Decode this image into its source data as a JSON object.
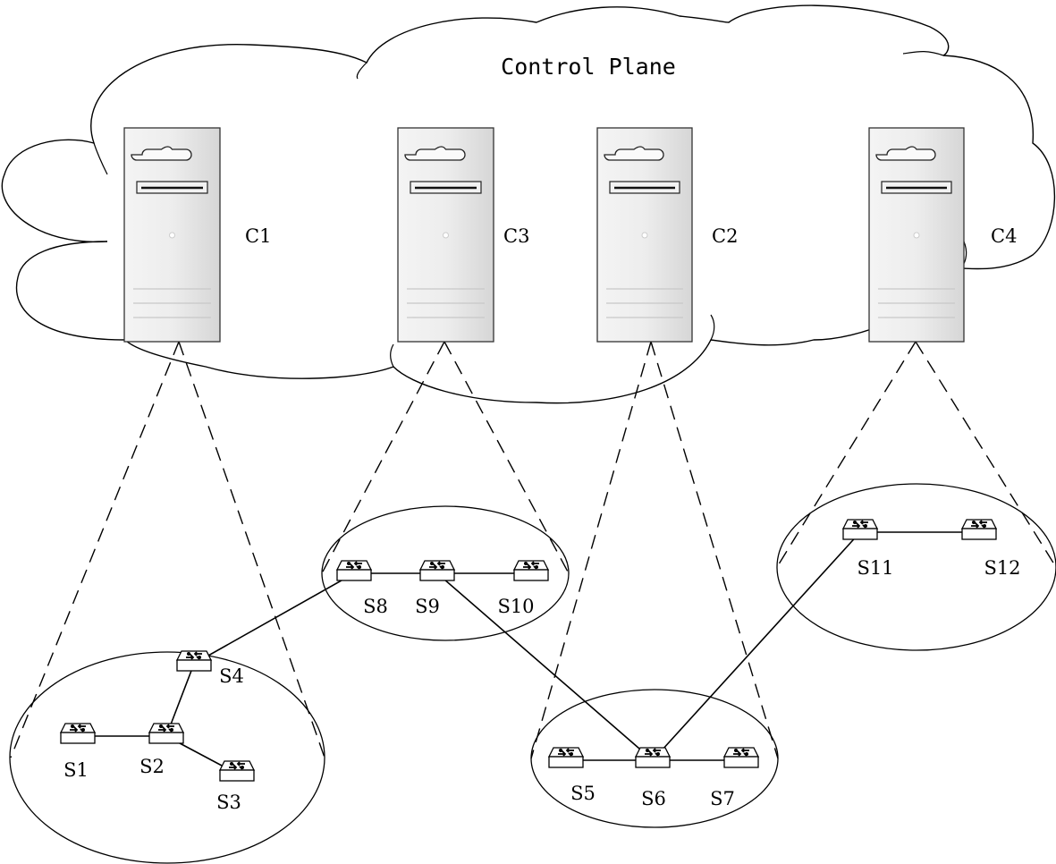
{
  "title": "Control Plane",
  "controllers": [
    {
      "id": "C1",
      "label": "C1"
    },
    {
      "id": "C3",
      "label": "C3"
    },
    {
      "id": "C2",
      "label": "C2"
    },
    {
      "id": "C4",
      "label": "C4"
    }
  ],
  "switches": [
    {
      "id": "S1",
      "label": "S1"
    },
    {
      "id": "S2",
      "label": "S2"
    },
    {
      "id": "S3",
      "label": "S3"
    },
    {
      "id": "S4",
      "label": "S4"
    },
    {
      "id": "S5",
      "label": "S5"
    },
    {
      "id": "S6",
      "label": "S6"
    },
    {
      "id": "S7",
      "label": "S7"
    },
    {
      "id": "S8",
      "label": "S8"
    },
    {
      "id": "S9",
      "label": "S9"
    },
    {
      "id": "S10",
      "label": "S10"
    },
    {
      "id": "S11",
      "label": "S11"
    },
    {
      "id": "S12",
      "label": "S12"
    }
  ],
  "links": [
    [
      "S1",
      "S2"
    ],
    [
      "S2",
      "S3"
    ],
    [
      "S2",
      "S4"
    ],
    [
      "S4",
      "S8"
    ],
    [
      "S8",
      "S9"
    ],
    [
      "S9",
      "S10"
    ],
    [
      "S9",
      "S6"
    ],
    [
      "S5",
      "S6"
    ],
    [
      "S6",
      "S7"
    ],
    [
      "S6",
      "S11"
    ],
    [
      "S11",
      "S12"
    ]
  ],
  "domains": [
    {
      "controller": "C1",
      "switches": [
        "S1",
        "S2",
        "S3",
        "S4"
      ]
    },
    {
      "controller": "C3",
      "switches": [
        "S8",
        "S9",
        "S10"
      ]
    },
    {
      "controller": "C2",
      "switches": [
        "S5",
        "S6",
        "S7"
      ]
    },
    {
      "controller": "C4",
      "switches": [
        "S11",
        "S12"
      ]
    }
  ],
  "colors": {
    "line": "#000000",
    "server_body": "#e4e4e4",
    "background": "#ffffff"
  }
}
